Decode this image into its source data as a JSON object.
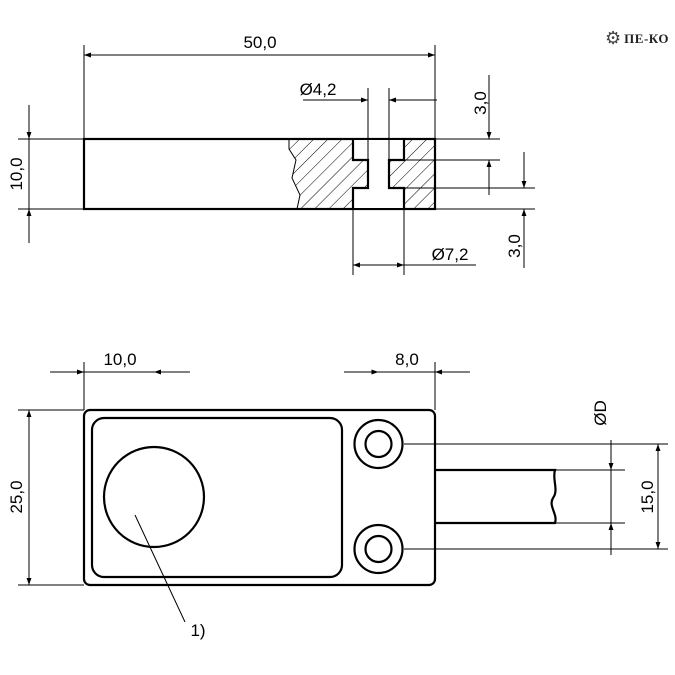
{
  "logo": {
    "icon": "gear-icon",
    "text": "ПЕ-КО"
  },
  "top_view": {
    "length": "50,0",
    "height": "10,0",
    "hole_diameter": "Ø4,2",
    "counterbore_diameter": "Ø7,2",
    "counterbore_depth_top": "3,0",
    "counterbore_depth_bottom": "3,0"
  },
  "front_view": {
    "sensor_offset": "10,0",
    "hole_offset": "8,0",
    "cable_diameter": "ØD",
    "width": "25,0",
    "hole_spacing": "15,0",
    "sensing_face_note": "1)"
  }
}
